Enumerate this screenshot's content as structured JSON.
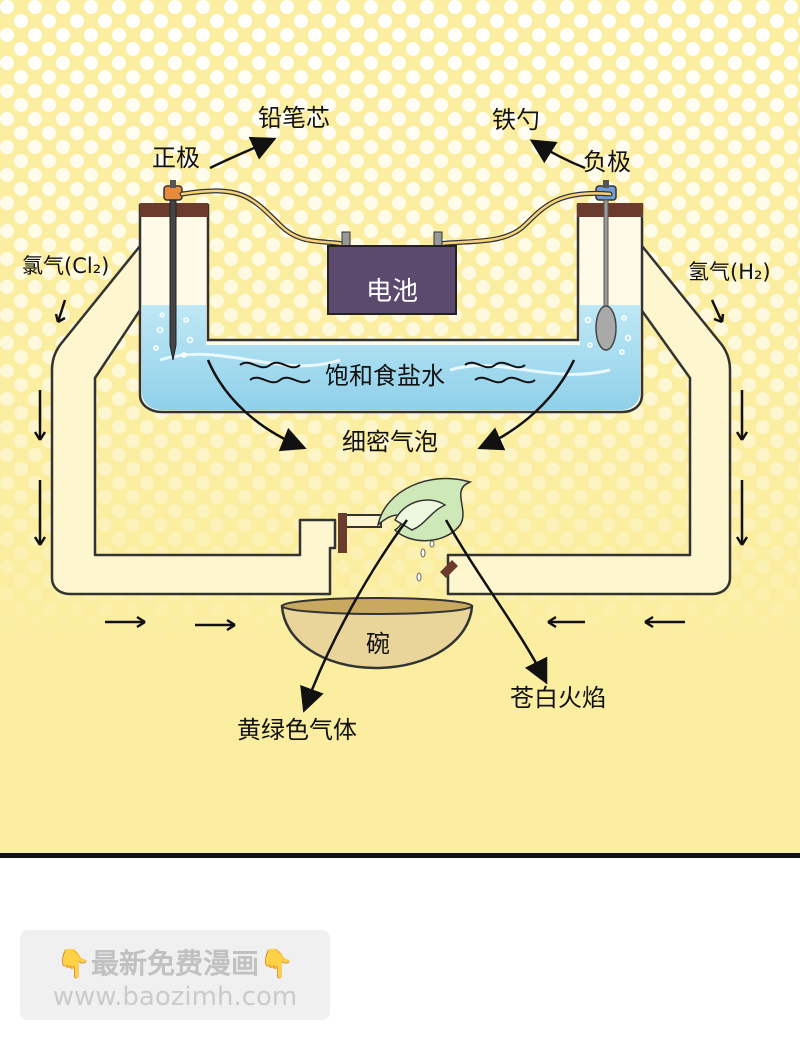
{
  "labels": {
    "pencil_lead": "铅笔芯",
    "iron_spoon": "铁勺",
    "positive_electrode": "正极",
    "negative_electrode": "负极",
    "chlorine": "氯气(Cl₂)",
    "hydrogen": "氢气(H₂)",
    "battery": "电池",
    "saturated_brine": "饱和食盐水",
    "fine_bubbles": "细密气泡",
    "bowl": "碗",
    "pale_flame": "苍白火焰",
    "yellow_green_gas": "黄绿色气体"
  },
  "watermark": {
    "line1": "最新免费漫画",
    "line2": "www.baozimh.com",
    "icon": "pointing-down-hand-icon"
  },
  "colors": {
    "background_yellow": "#fbeea0",
    "dots": "#ffffff",
    "water": "#9fd8ee",
    "battery": "#5b4a6e",
    "electrode_cap": "#6b3b2e",
    "tube_fill": "#fdf6cf"
  }
}
